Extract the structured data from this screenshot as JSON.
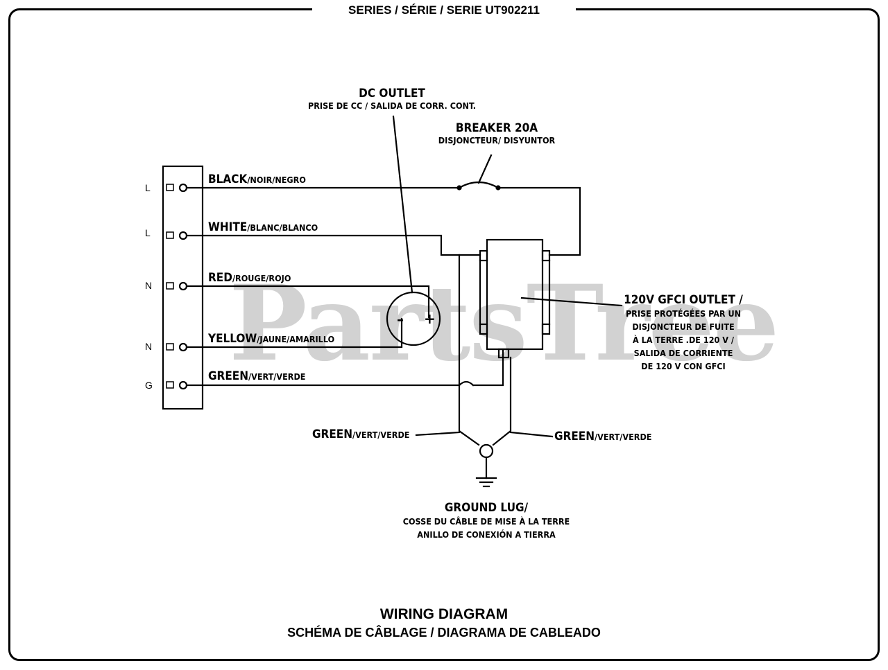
{
  "series_title": "SERIES / SÉRIE / SERIE UT902211",
  "watermark": "PartsTree",
  "terminals": [
    {
      "side": "L",
      "wire_main": "BLACK",
      "wire_sub": "/NOIR/NEGRO"
    },
    {
      "side": "L",
      "wire_main": "WHITE",
      "wire_sub": "/BLANC/BLANCO"
    },
    {
      "side": "N",
      "wire_main": "RED",
      "wire_sub": "/ROUGE/ROJO"
    },
    {
      "side": "N",
      "wire_main": "YELLOW",
      "wire_sub": "/JAUNE/AMARILLO"
    },
    {
      "side": "G",
      "wire_main": "GREEN",
      "wire_sub": "/VERT/VERDE"
    }
  ],
  "dc_outlet": {
    "title": "DC OUTLET",
    "sub": "PRISE DE CC / SALIDA DE CORR. CONT.",
    "minus": "–",
    "plus": "+"
  },
  "breaker": {
    "title": "BREAKER 20A",
    "sub": "DISJONCTEUR/ DISYUNTOR"
  },
  "gfci": {
    "title": "120V GFCI OUTLET /",
    "lines": [
      "PRISE PROTÉGÉES PAR UN",
      "DISJONCTEUR DE FUITE",
      "À LA TERRE .DE 120 V /",
      "SALIDA DE CORRIENTE",
      "DE 120 V CON GFCI"
    ]
  },
  "green_left": {
    "main": "GREEN",
    "sub": "/VERT/VERDE"
  },
  "green_right": {
    "main": "GREEN",
    "sub": "/VERT/VERDE"
  },
  "ground_lug": {
    "title": "GROUND LUG/",
    "line1": "COSSE DU CÂBLE DE MISE À LA TERRE",
    "line2": "ANILLO DE CONEXIÓN A TIERRA"
  },
  "footer": {
    "title": "WIRING DIAGRAM",
    "subtitle": "SCHÉMA DE CÂBLAGE / DIAGRAMA DE CABLEADO"
  }
}
